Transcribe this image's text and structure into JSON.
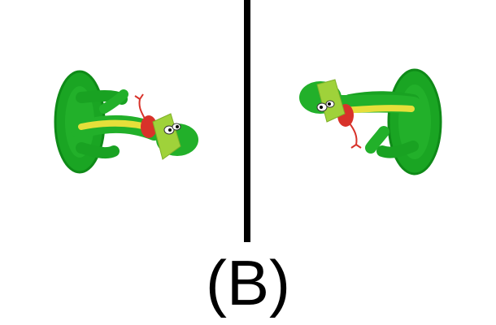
{
  "figure": {
    "label": "(B)"
  },
  "panels": [
    {
      "id": "left",
      "icon": "coiled-snake-toy-icon"
    },
    {
      "id": "right",
      "icon": "coiled-snake-toy-mirrored-icon"
    }
  ],
  "colors": {
    "background": "#ffffff",
    "divider": "#000000",
    "snake_green": "#22b02a",
    "snake_dark": "#148a1c",
    "belly_yellow": "#e6df3a",
    "collar_red": "#d8322a",
    "hat_lime": "#9fd23a"
  }
}
